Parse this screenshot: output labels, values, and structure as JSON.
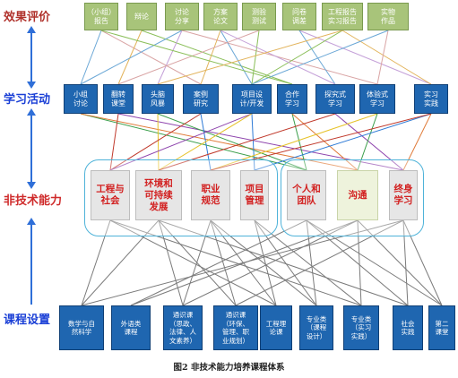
{
  "row_labels": {
    "evaluation": "效果评价",
    "activities": "学习活动",
    "nontech": "非技术能力",
    "courses": "课程设置"
  },
  "colors": {
    "eval_label": "#b0322c",
    "act_label": "#1a3fd6",
    "nontech_label": "#cf2b2b",
    "course_label": "#1a3fd6",
    "arrow": "#2f6fd8",
    "group_border": "#4fb3d9",
    "ntc_text": "#d21f1f"
  },
  "evaluations": [
    {
      "label": "（小组）\n报告"
    },
    {
      "label": "辩论"
    },
    {
      "label": "讨论\n分享"
    },
    {
      "label": "方案\n论文"
    },
    {
      "label": "测验\n测试"
    },
    {
      "label": "问卷\n调差"
    },
    {
      "label": "工程报告\n实习报告"
    },
    {
      "label": "实物\n作品"
    }
  ],
  "activities": [
    {
      "label": "小组\n讨论"
    },
    {
      "label": "翻转\n课堂"
    },
    {
      "label": "头脑\n风暴"
    },
    {
      "label": "案例\n研究"
    },
    {
      "label": "项目设\n计/开发"
    },
    {
      "label": "合作\n学习"
    },
    {
      "label": "探究式\n学习"
    },
    {
      "label": "体验式\n学习"
    },
    {
      "label": "实习\n实践"
    }
  ],
  "nontech_abilities": [
    {
      "label": "工程与\n社会"
    },
    {
      "label": "环境和\n可持续\n发展"
    },
    {
      "label": "职业\n规范"
    },
    {
      "label": "项目\n管理"
    },
    {
      "label": "个人和\n团队"
    },
    {
      "label": "沟通"
    },
    {
      "label": "终身\n学习"
    }
  ],
  "courses": [
    {
      "label": "数学与自\n然科学"
    },
    {
      "label": "外语类\n课程"
    },
    {
      "label": "通识课\n（思政、\n法律、人\n文素养）"
    },
    {
      "label": "通识课\n（环保、\n管理、职\n业规划）"
    },
    {
      "label": "工程理\n论课"
    },
    {
      "label": "专业类\n（课程\n设计）"
    },
    {
      "label": "专业类\n（实习\n实践）"
    },
    {
      "label": "社会\n实践"
    },
    {
      "label": "第二\n课堂"
    }
  ],
  "links": {
    "eval_act": [
      [
        0,
        0,
        "#6aa7d6"
      ],
      [
        0,
        3,
        "#d9a4a4"
      ],
      [
        1,
        1,
        "#e2b35a"
      ],
      [
        1,
        5,
        "#8bbf5a"
      ],
      [
        2,
        0,
        "#6aa7d6"
      ],
      [
        2,
        2,
        "#c4a0d8"
      ],
      [
        2,
        7,
        "#d9a4a4"
      ],
      [
        3,
        3,
        "#e2b35a"
      ],
      [
        3,
        4,
        "#6aa7d6"
      ],
      [
        4,
        4,
        "#8bbf5a"
      ],
      [
        4,
        1,
        "#d9a4a4"
      ],
      [
        5,
        8,
        "#c4a0d8"
      ],
      [
        5,
        6,
        "#6aa7d6"
      ],
      [
        6,
        8,
        "#e2b35a"
      ],
      [
        6,
        4,
        "#8bbf5a"
      ],
      [
        7,
        7,
        "#d9a4a4"
      ],
      [
        7,
        4,
        "#6aa7d6"
      ],
      [
        3,
        6,
        "#c4a0d8"
      ],
      [
        0,
        5,
        "#8bbf5a"
      ],
      [
        6,
        2,
        "#e2b35a"
      ]
    ],
    "act_ntc": [
      [
        0,
        4,
        "#3a9e4a"
      ],
      [
        0,
        5,
        "#e07b39"
      ],
      [
        1,
        0,
        "#c0392b"
      ],
      [
        1,
        6,
        "#8e44ad"
      ],
      [
        2,
        1,
        "#e6c229"
      ],
      [
        2,
        4,
        "#3a9e4a"
      ],
      [
        3,
        0,
        "#c0392b"
      ],
      [
        3,
        2,
        "#2e7bd6"
      ],
      [
        4,
        3,
        "#2e7bd6"
      ],
      [
        4,
        0,
        "#8e44ad"
      ],
      [
        4,
        1,
        "#e6c229"
      ],
      [
        5,
        4,
        "#3a9e4a"
      ],
      [
        5,
        5,
        "#e07b39"
      ],
      [
        6,
        6,
        "#8e44ad"
      ],
      [
        6,
        1,
        "#c0392b"
      ],
      [
        7,
        2,
        "#e6c229"
      ],
      [
        7,
        5,
        "#3a9e4a"
      ],
      [
        8,
        3,
        "#2e7bd6"
      ],
      [
        8,
        6,
        "#e07b39"
      ],
      [
        8,
        2,
        "#c0392b"
      ]
    ],
    "ntc_course": [
      [
        0,
        0
      ],
      [
        0,
        4
      ],
      [
        0,
        6
      ],
      [
        1,
        2
      ],
      [
        1,
        3
      ],
      [
        1,
        7
      ],
      [
        2,
        3
      ],
      [
        2,
        5
      ],
      [
        2,
        4
      ],
      [
        3,
        4
      ],
      [
        3,
        5
      ],
      [
        3,
        6
      ],
      [
        4,
        1
      ],
      [
        4,
        5
      ],
      [
        4,
        7
      ],
      [
        4,
        8
      ],
      [
        5,
        1
      ],
      [
        5,
        2
      ],
      [
        5,
        6
      ],
      [
        5,
        8
      ],
      [
        6,
        0
      ],
      [
        6,
        3
      ],
      [
        6,
        7
      ],
      [
        6,
        8
      ],
      [
        1,
        0
      ],
      [
        2,
        2
      ]
    ]
  },
  "caption": "图2  非技术能力培养课程体系"
}
